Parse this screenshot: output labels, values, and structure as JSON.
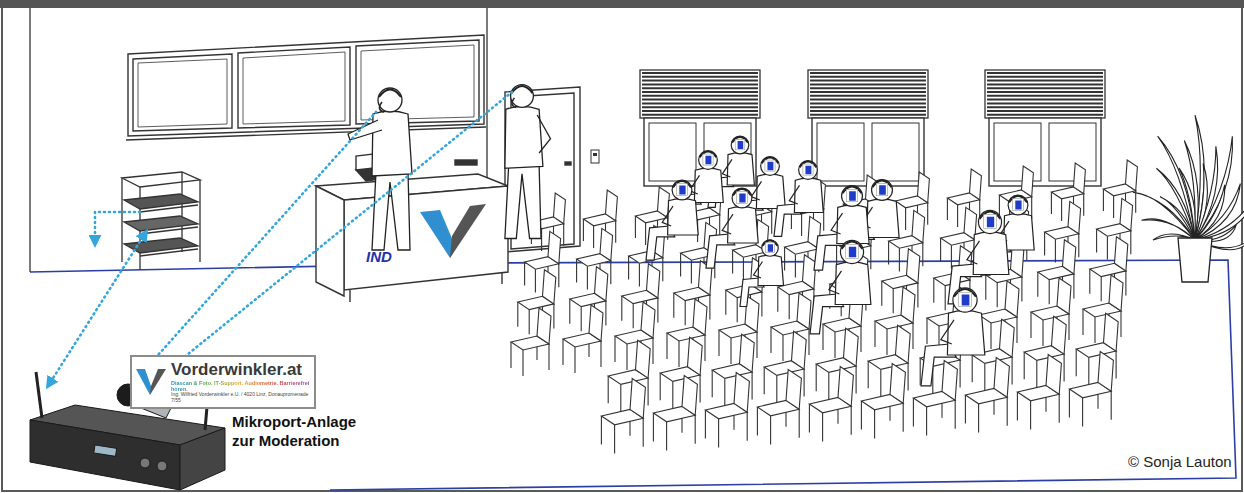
{
  "diagram": {
    "nodes": [
      {
        "text": [
          "Vorderwinkler.at",
          "Diascan & Foto. IT-Support. Audiometrie. Barrierefrei hören.",
          "Ing. Wilfried Vorderwinkler e.U. / 4020 Linz, Donaupromenade 7/55"
        ]
      }
    ],
    "labels": [
      "IND",
      "Mikroport-Anlage zur Moderation",
      "© Sonja Lauton"
    ]
  }
}
